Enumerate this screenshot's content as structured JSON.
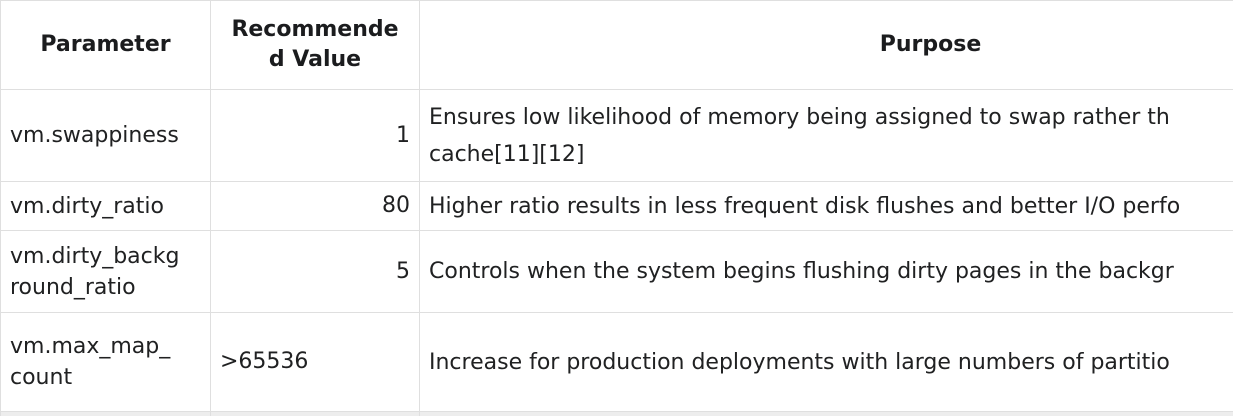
{
  "table": {
    "headers": {
      "parameter": "Parameter",
      "recommended_value_lines": [
        "Recommende",
        "d Value"
      ],
      "purpose": "Purpose"
    },
    "rows": [
      {
        "param_lines": [
          "vm.swappiness"
        ],
        "value": "1",
        "purpose_lines": [
          "Ensures low likelihood of memory being assigned to swap rather th",
          "cache[11][12]"
        ]
      },
      {
        "param_lines": [
          "vm.dirty_ratio"
        ],
        "value": "80",
        "purpose_lines": [
          "Higher ratio results in less frequent disk flushes and better I/O perfo"
        ]
      },
      {
        "param_lines": [
          "vm.dirty_backg",
          "round_ratio"
        ],
        "value": "5",
        "purpose_lines": [
          "Controls when the system begins flushing dirty pages in the backgr"
        ]
      },
      {
        "param_lines": [
          "vm.max_map_",
          "count"
        ],
        "value": ">65536",
        "purpose_lines": [
          "Increase for production deployments with large numbers of partitio"
        ]
      }
    ],
    "colors": {
      "border": "#dfdfdf",
      "text": "#202122",
      "background": "#ffffff",
      "next_row_strip": "#ededed"
    }
  }
}
